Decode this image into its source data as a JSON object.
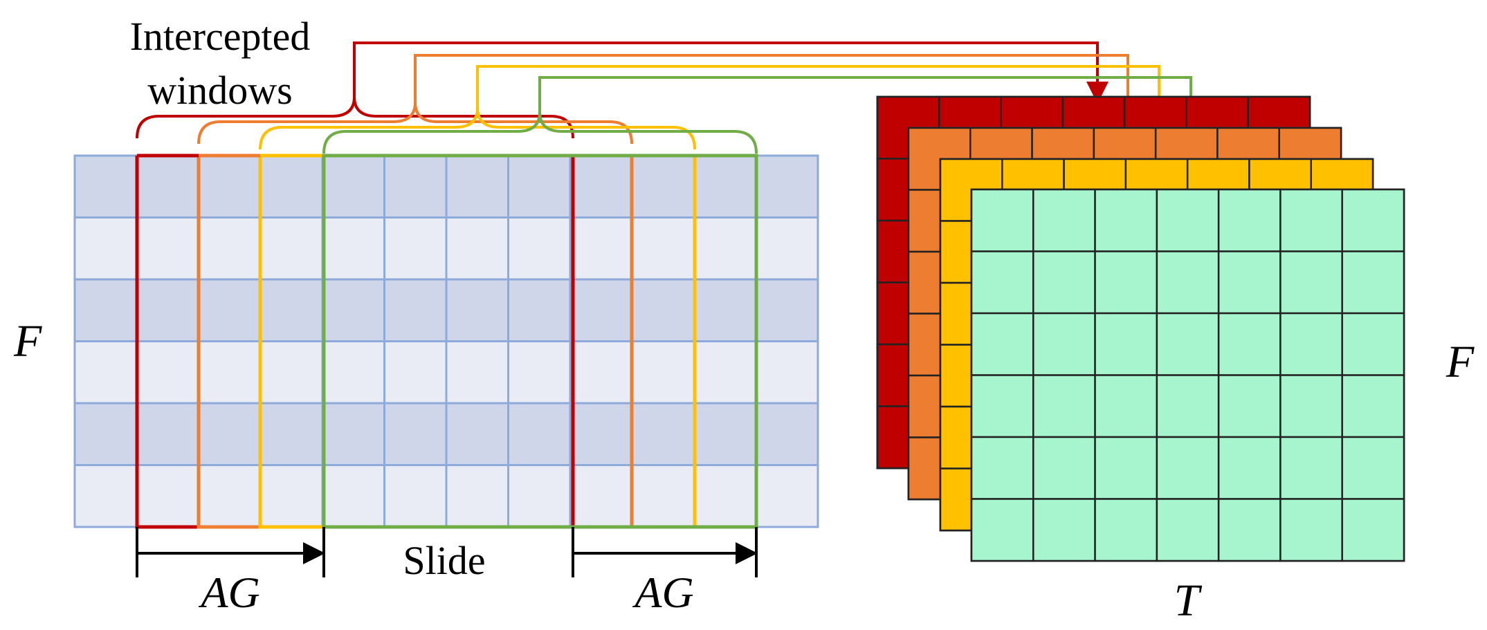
{
  "labels": {
    "title_line1": "Intercepted",
    "title_line2": "windows",
    "freq_left": "F",
    "freq_right": "F",
    "time": "T",
    "slide": "Slide",
    "ag_left": "AG",
    "ag_right": "AG"
  },
  "colors": {
    "red": "#c00000",
    "orange": "#ed7d31",
    "yellow": "#ffc000",
    "green": "#70ad47",
    "grid_dark": "#cfd6ea",
    "grid_light": "#e9ecf5",
    "grid_line": "#8eaadb",
    "stack_fill": "#a7f5cf"
  },
  "spectrogram": {
    "rows": 6,
    "cols": 12
  },
  "stack": {
    "rows": 6,
    "cols": 7,
    "layers": [
      "red",
      "orange",
      "yellow",
      "green"
    ]
  }
}
